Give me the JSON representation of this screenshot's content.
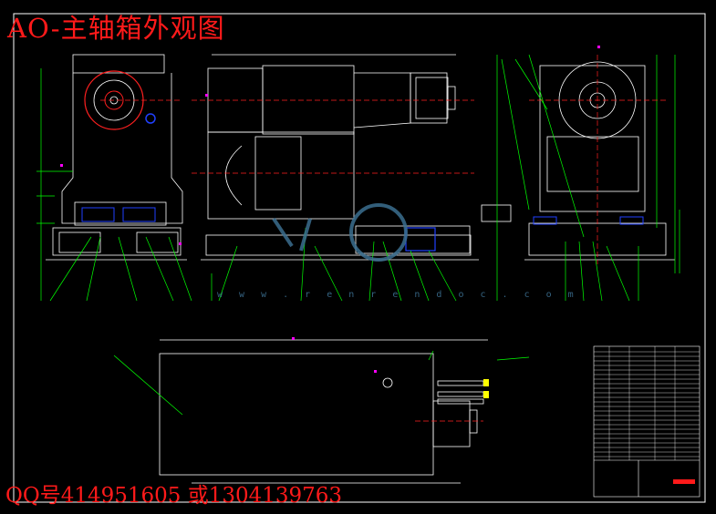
{
  "drawing": {
    "title": "AO-主轴箱外观图",
    "contact": "QQ号414951605 或1304139763",
    "watermark_url": "w w w . r e n r e n d o c . c o m"
  },
  "colors": {
    "background": "#000000",
    "frame": "#ffffff",
    "part_outline": "#ffffff",
    "leader": "#00ff00",
    "center_line": "#ff2020",
    "accent_blue": "#2040ff",
    "accent_magenta": "#ff00ff",
    "accent_cyan": "#00ffff",
    "title_red": "#ff1a1a"
  },
  "icons": [
    "spindle-flange-icon",
    "motor-icon",
    "title-block-icon",
    "watermark-logo-icon"
  ]
}
